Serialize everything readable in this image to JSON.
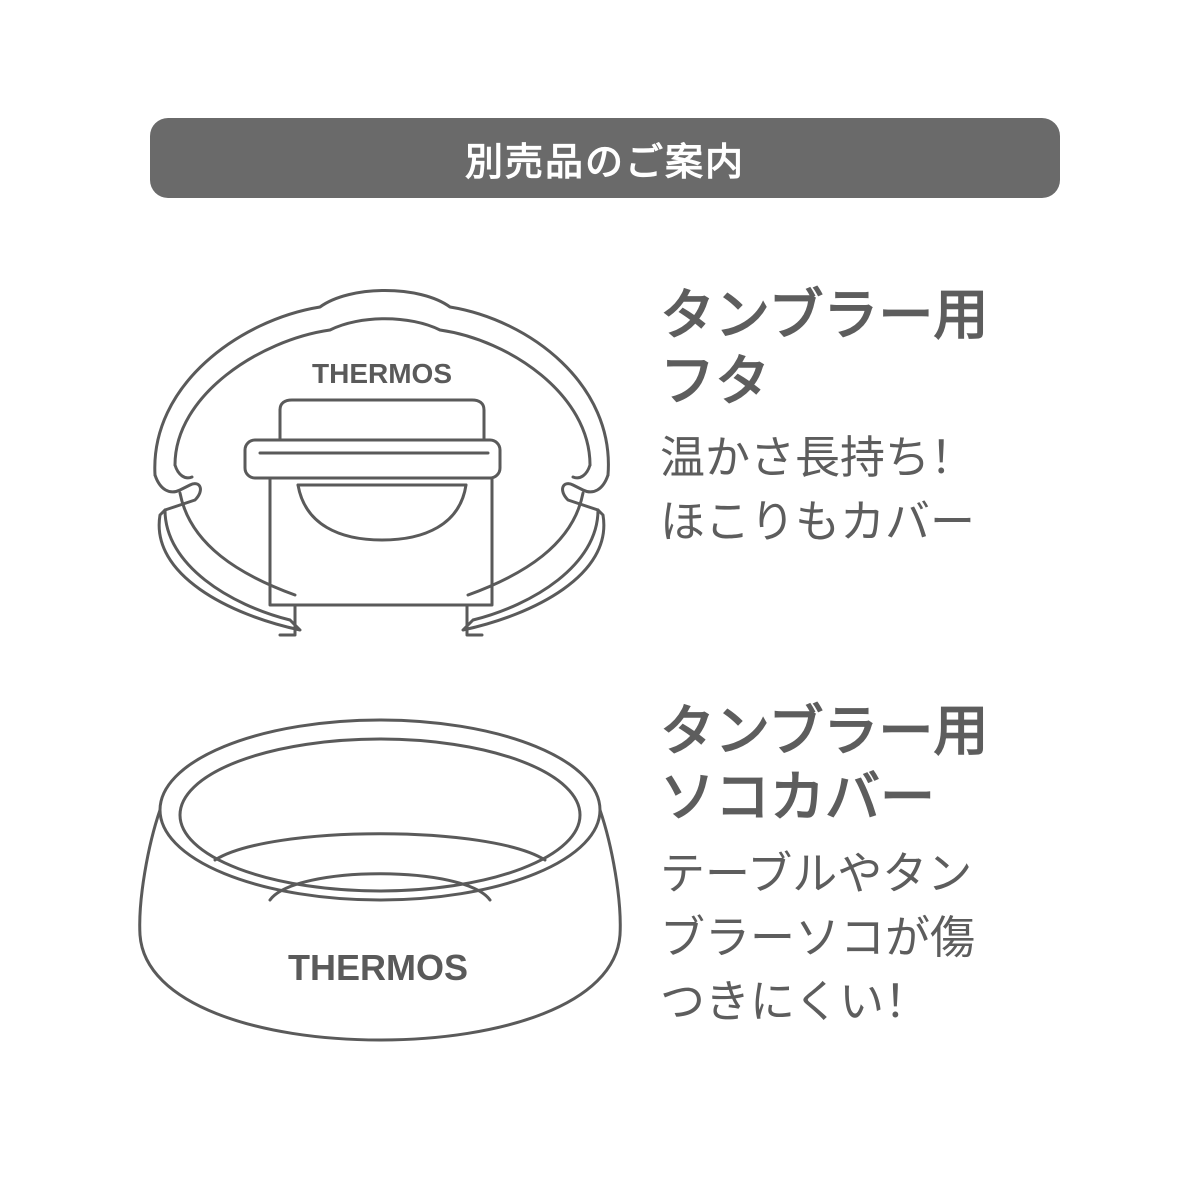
{
  "banner": {
    "label": "別売品のご案内"
  },
  "products": [
    {
      "title_line1": "タンブラー用",
      "title_line2": "フタ",
      "desc_line1": "温かさ長持ち！",
      "desc_line2": "ほこりもカバー",
      "logo": "THERMOS"
    },
    {
      "title_line1": "タンブラー用",
      "title_line2": "ソコカバー",
      "desc_line1": "テーブルやタン",
      "desc_line2": "ブラーソコが傷",
      "desc_line3": "つきにくい！",
      "logo": "THERMOS"
    }
  ],
  "colors": {
    "banner": "#6a6a6a",
    "text": "#5d5d5d",
    "line": "#5a5a5a"
  }
}
